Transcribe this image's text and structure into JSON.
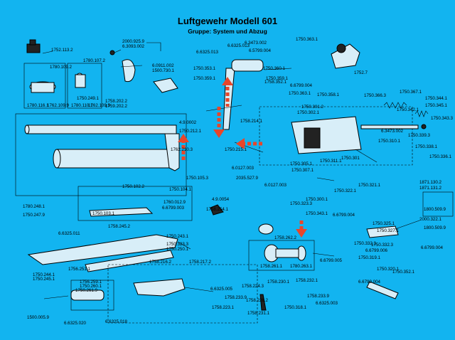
{
  "title": "Luftgewehr Modell 601",
  "subtitle": "Gruppe: System und Abzug",
  "part_numbers": [
    "1752.113.2",
    "2000.925.9",
    "6.3093.002",
    "1780.109.2",
    "1780.107.2",
    "1780.116.1",
    "1762.109.9",
    "1780.110.1",
    "1762.109.9",
    "1750.249.1",
    "1500.730.1",
    "6.0911.002",
    "6.6325.013",
    "6.6325.013",
    "6.3473.002",
    "1750.363.1",
    "1750.353.1",
    "1750.359.1",
    "6.5799.004",
    "1750.360.1",
    "1750.359.1",
    "1752.7",
    "1758.202.2",
    "1759.202.2",
    "1758.352.1",
    "6.6799.004",
    "1750.363.1",
    "1750.358.1",
    "1750.366.3",
    "1750.367.1",
    "4.9.0002",
    "1750.212.1",
    "1762.210.3",
    "1758.214.1",
    "1750.215.1",
    "6.0127.003",
    "2035.527.9",
    "6.0127.003",
    "1750.105.3",
    "1750.301.2",
    "1750.302.1",
    "1750.342.1",
    "1750.344.1",
    "1750.345.1",
    "1750.343.3",
    "1750.339.3",
    "6.3473.002",
    "1750.310.1",
    "1750.338.1",
    "1750.336.1",
    "1750.102.2",
    "1750.104.1",
    "1760.012.9",
    "6.6799.003",
    "1750.103.1",
    "4.9.0054",
    "1758.254.1",
    "1750.305.1",
    "1750.307.1",
    "1750.311.1",
    "1750.301",
    "1750.321.1",
    "1750.323.3",
    "1750.300.1",
    "1750.322.1",
    "1750.343.1",
    "1780.248.1",
    "1750.247.9",
    "6.6325.011",
    "1758.245.2",
    "1750.243.1",
    "1758.262.2",
    "1758.261.1",
    "1780.263.1",
    "6.6799.005",
    "6.6799.004",
    "1871.130.2",
    "1871.131.2",
    "1800.509.9",
    "2000.322.1",
    "1800.509.9",
    "1750.325.1",
    "1750.327.1",
    "1750.332.3",
    "6.6799.004",
    "1750.323.3",
    "1750.250.1",
    "1756.251.1",
    "1750.244.1",
    "1750.245.1",
    "1756.259.1",
    "1750.260.1",
    "1750.261.9",
    "1500.005.9",
    "6.6325.020",
    "6.6325.018",
    "1758.216.2",
    "1758.217.2",
    "6.6325.005",
    "1758.224.3",
    "1758.233.9",
    "1758.223.1",
    "1758.228.2",
    "1758.230.1",
    "1758.232.1",
    "1758.233.9",
    "6.6325.003",
    "1758.231.1",
    "1750.318.1",
    "1750.319.1",
    "1750.320.1",
    "6.6799.004",
    "1750.352.1",
    "1750.332.3",
    "6.6799.006"
  ],
  "accent_color": "#e8462a",
  "background_color": "#12b4f0"
}
